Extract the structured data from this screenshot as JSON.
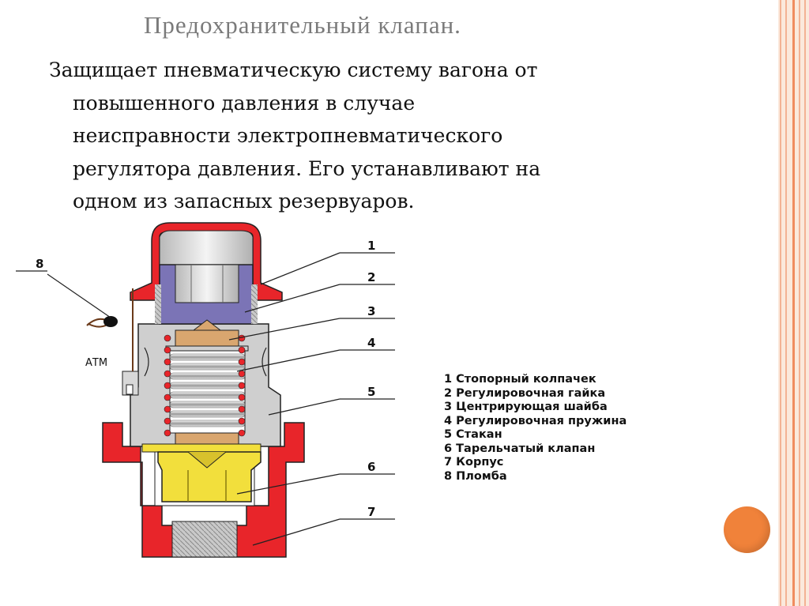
{
  "slide": {
    "title": "Предохранительный клапан.",
    "body_lines": [
      "Защищает пневматическую систему вагона от",
      "повышенного давления в случае",
      "неисправности электропневматического",
      "регулятора давления. Его устанавливают на",
      "одном из запасных резервуаров."
    ]
  },
  "diagram": {
    "callouts": [
      "1",
      "2",
      "3",
      "4",
      "5",
      "6",
      "7",
      "8"
    ],
    "atm_label": "АТМ"
  },
  "legend": [
    "1 Стопорный колпачек",
    "2 Регулировочная гайка",
    "3 Центрирующая шайба",
    "4 Регулировочная пружина",
    "5 Стакан",
    "6 Тарельчатый клапан",
    "7 Корпус",
    "8 Пломба"
  ],
  "colors": {
    "body_red": "#e8252a",
    "nut_purple": "#7b74b6",
    "washer_tan": "#d9a66f",
    "valve_yellow": "#f2df3c",
    "stripe_orange": "#f3a27c",
    "dot_orange": "#f0823a"
  }
}
